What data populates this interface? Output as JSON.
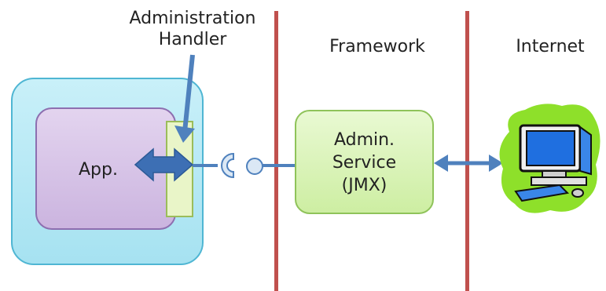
{
  "labels": {
    "admin_handler_line1": "Administration",
    "admin_handler_line2": "Handler",
    "framework": "Framework",
    "internet": "Internet",
    "app": "App.",
    "admin_service_line1": "Admin.",
    "admin_service_line2": "Service",
    "admin_service_line3": "(JMX)"
  },
  "colors": {
    "container_fill": "#b8e9f5",
    "container_stroke": "#4fb6d3",
    "app_fill": "#d6c3e6",
    "app_stroke": "#8d6fb0",
    "handler_fill": "#e9f5c8",
    "handler_stroke": "#9bbd5a",
    "service_fill": "#d8f3b6",
    "service_stroke": "#8fc35a",
    "divider": "#c0504d",
    "connector": "#4f81bd",
    "arrow_fill": "#3d6fb4",
    "internet_glow": "#8ee02a"
  },
  "icons": {
    "computer": "computer-icon",
    "socket": "socket-icon",
    "lollipop": "lollipop-icon"
  }
}
